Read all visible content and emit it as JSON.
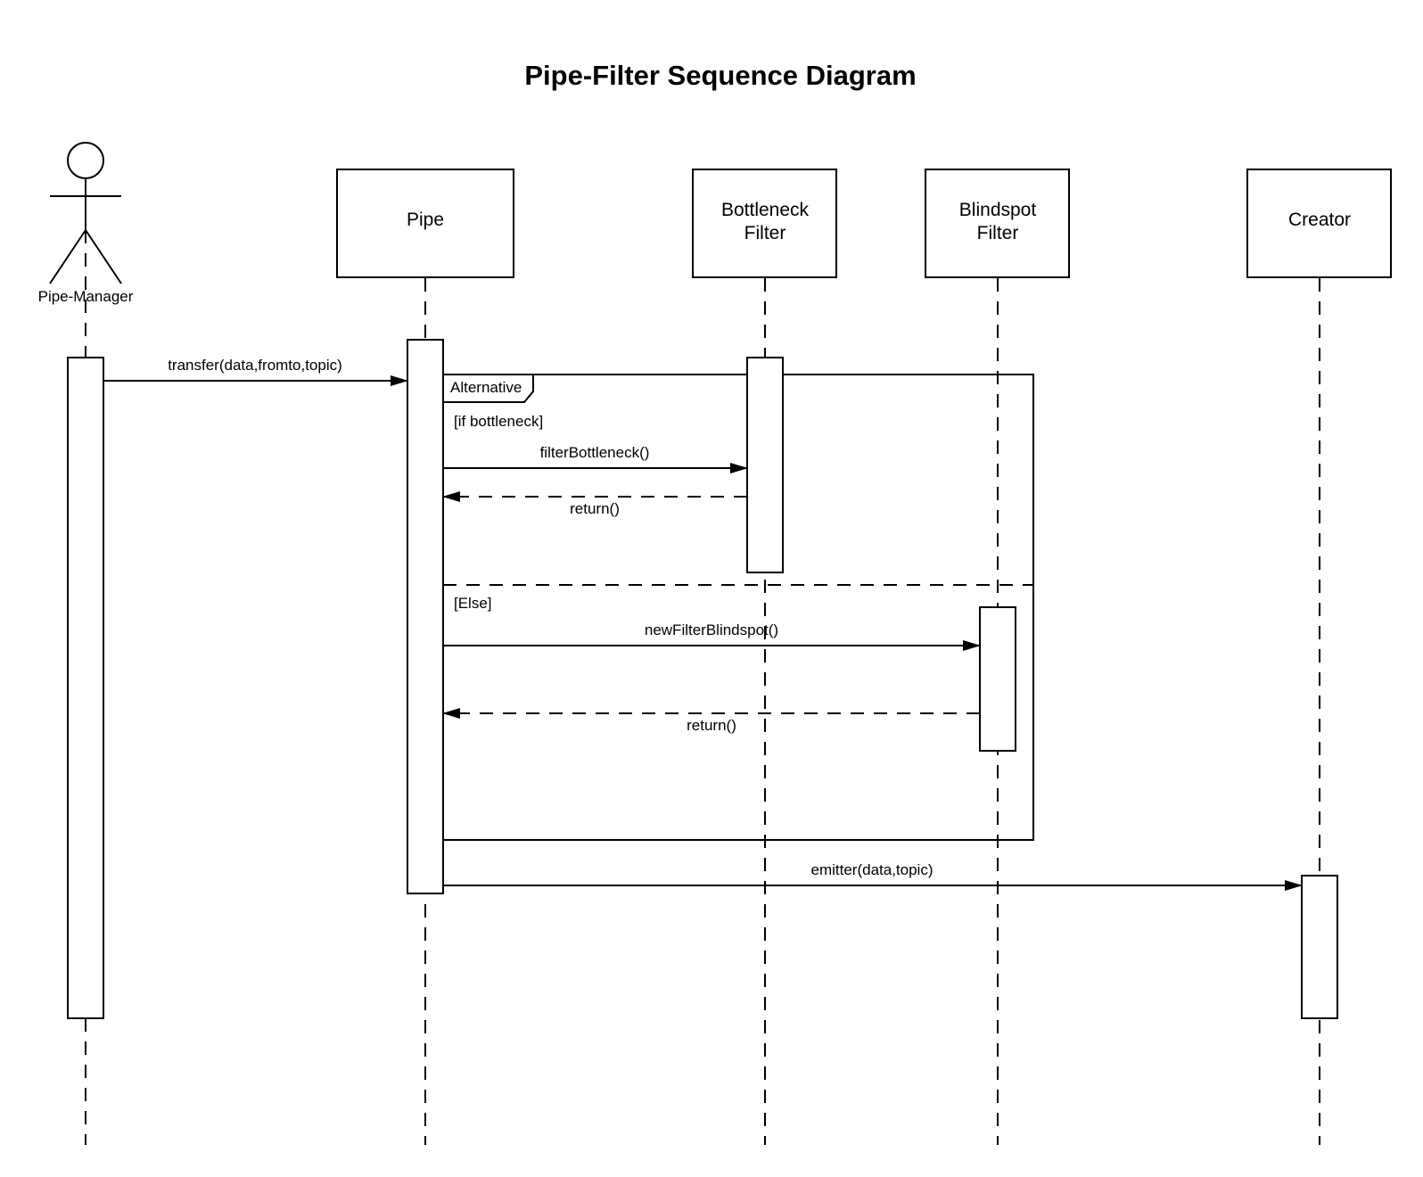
{
  "title": "Pipe-Filter Sequence Diagram",
  "actor": {
    "label": "Pipe-Manager"
  },
  "participants": [
    {
      "id": "pipe",
      "label_lines": [
        "Pipe"
      ]
    },
    {
      "id": "bottleneck",
      "label_lines": [
        "Bottleneck",
        "Filter"
      ]
    },
    {
      "id": "blindspot",
      "label_lines": [
        "Blindspot",
        "Filter"
      ]
    },
    {
      "id": "creator",
      "label_lines": [
        "Creator"
      ]
    }
  ],
  "fragment": {
    "operator": "Alternative",
    "guards": [
      "[if bottleneck]",
      "[Else]"
    ]
  },
  "messages": [
    {
      "label": "transfer(data,fromto,topic)",
      "from": "Pipe-Manager",
      "to": "Pipe",
      "style": "sync"
    },
    {
      "label": "filterBottleneck()",
      "from": "Pipe",
      "to": "Bottleneck Filter",
      "style": "sync"
    },
    {
      "label": "return()",
      "from": "Bottleneck Filter",
      "to": "Pipe",
      "style": "return"
    },
    {
      "label": "newFilterBlindspot()",
      "from": "Pipe",
      "to": "Blindspot Filter",
      "style": "sync"
    },
    {
      "label": "return()",
      "from": "Blindspot Filter",
      "to": "Pipe",
      "style": "return"
    },
    {
      "label": "emitter(data,topic)",
      "from": "Pipe",
      "to": "Creator",
      "style": "sync"
    }
  ]
}
